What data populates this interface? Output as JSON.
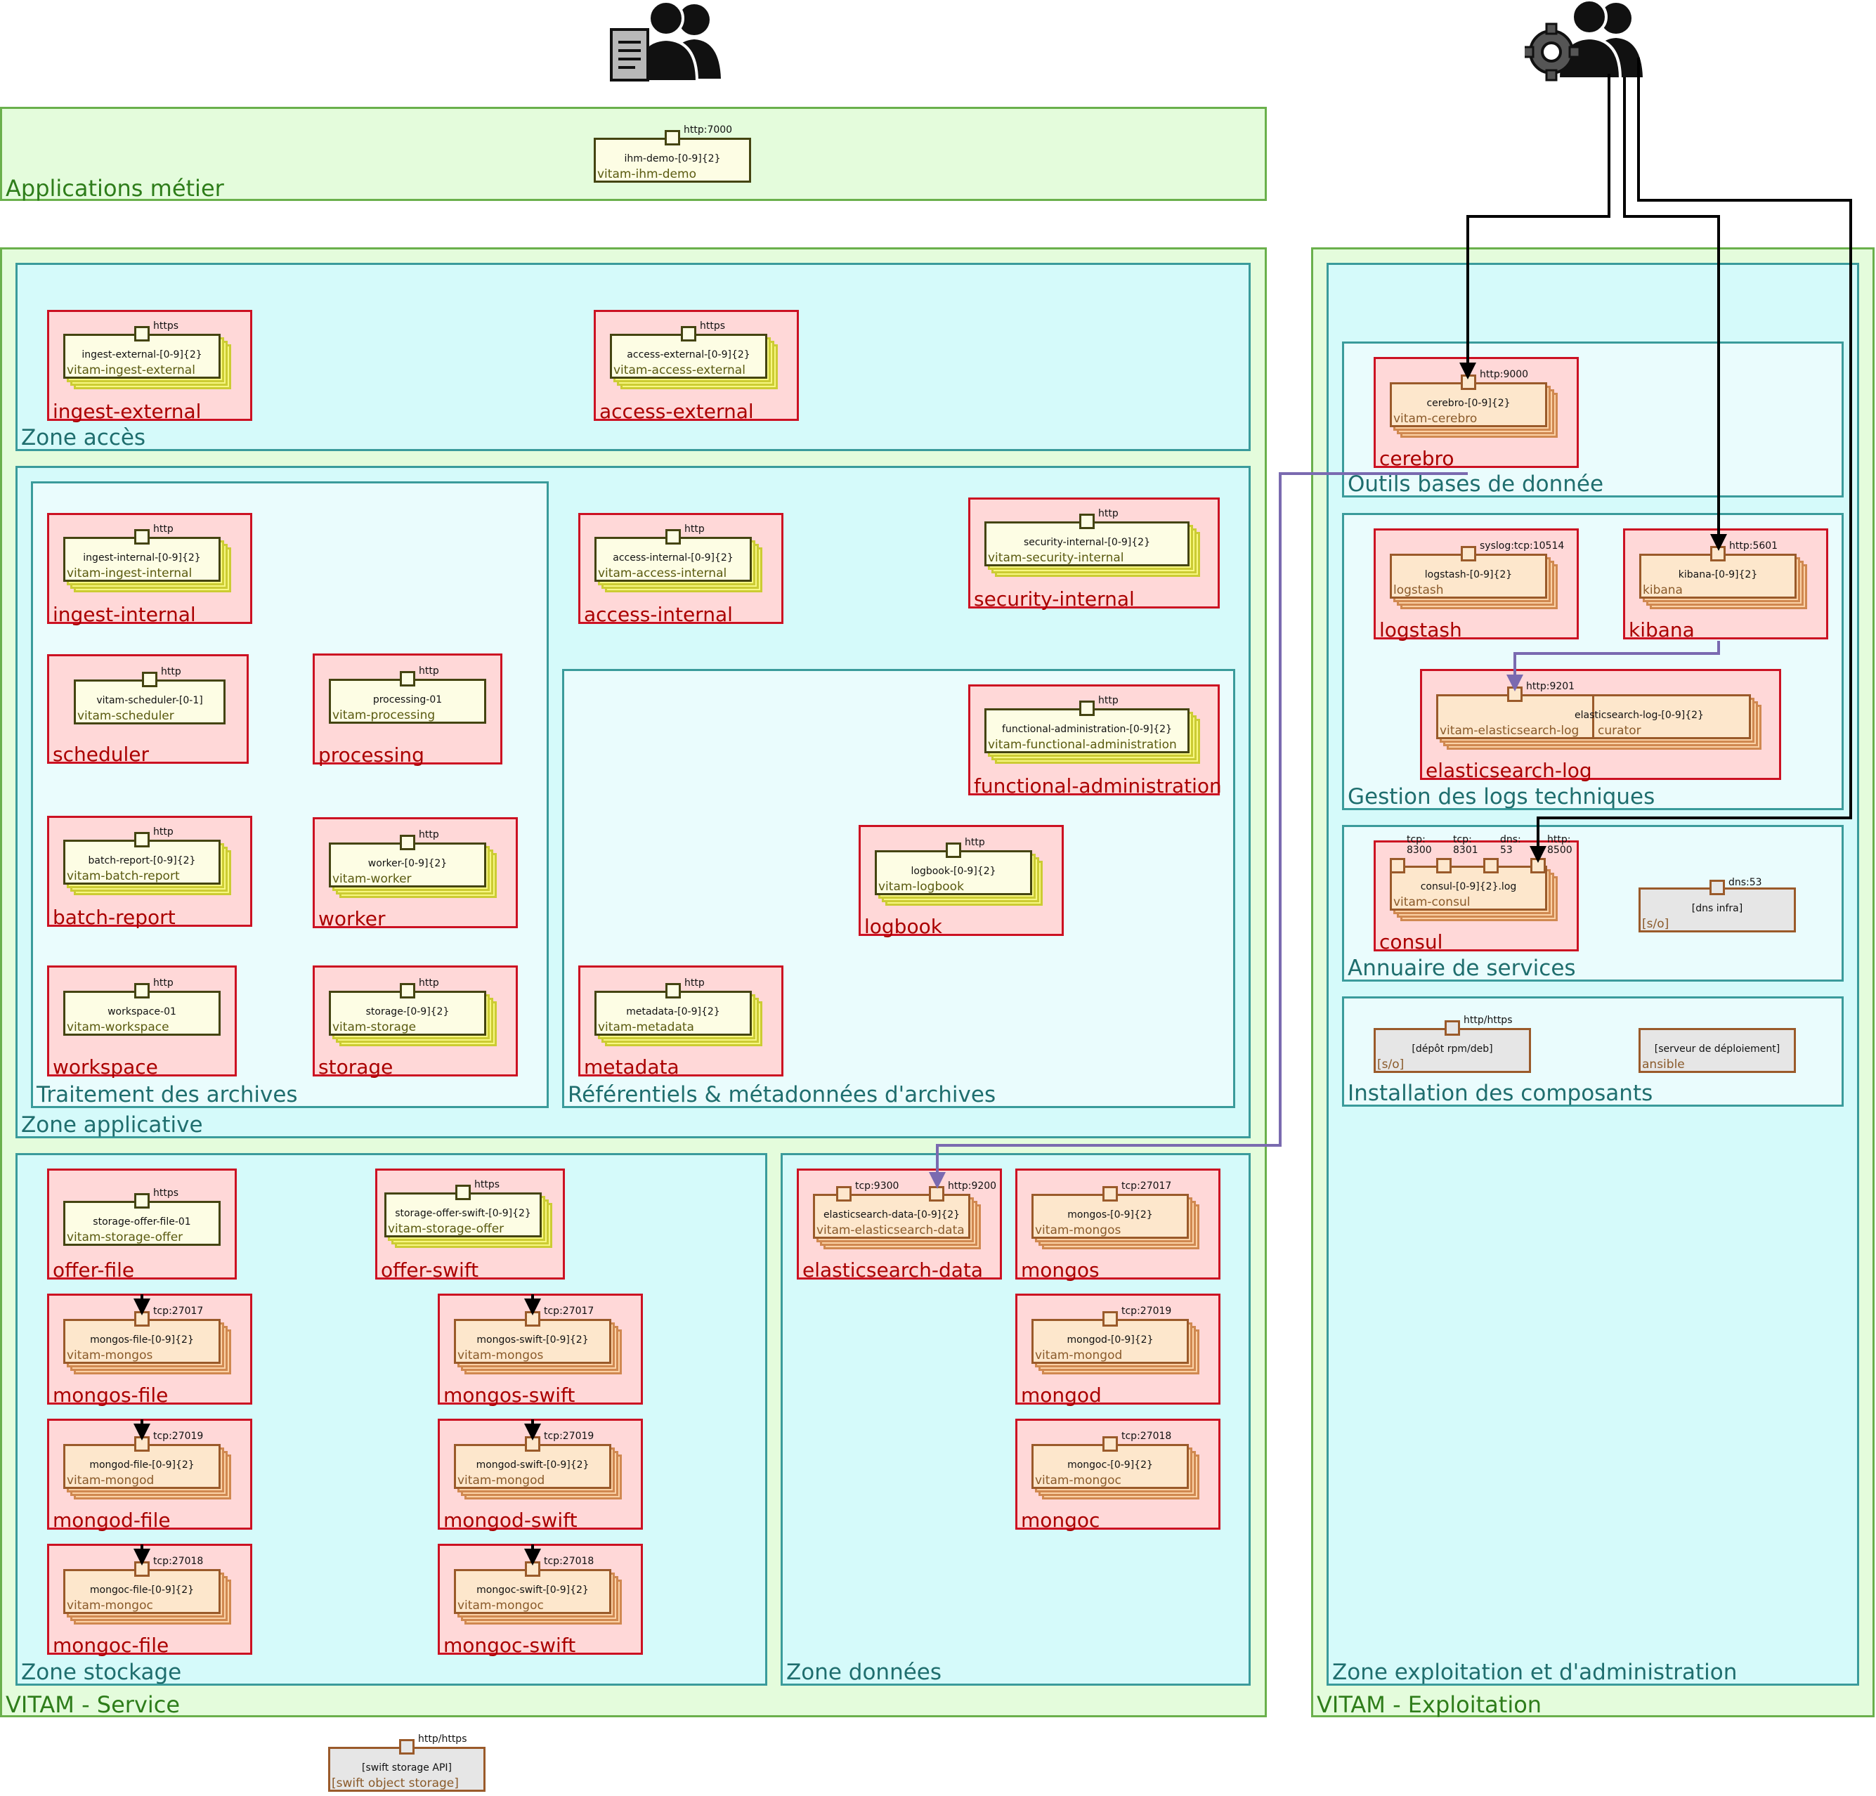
{
  "zones": {
    "applications_metier": "Applications métier",
    "vitam_service": "VITAM - Service",
    "vitam_exploitation": "VITAM - Exploitation",
    "zone_acces": "Zone accès",
    "zone_applicative": "Zone applicative",
    "traitement_archives": "Traitement des archives",
    "referentiels": "Référentiels & métadonnées d'archives",
    "zone_stockage": "Zone stockage",
    "zone_donnees": "Zone données",
    "zone_exploitation": "Zone exploitation et d'administration",
    "outils_bdd": "Outils bases de donnée",
    "gestion_logs": "Gestion des logs techniques",
    "annuaire": "Annuaire de services",
    "installation": "Installation des composants"
  },
  "groups": {
    "ingest_external": "ingest-external",
    "access_external": "access-external",
    "ingest_internal": "ingest-internal",
    "access_internal": "access-internal",
    "security_internal": "security-internal",
    "scheduler": "scheduler",
    "processing": "processing",
    "functional_administration": "functional-administration",
    "batch_report": "batch-report",
    "worker": "worker",
    "logbook": "logbook",
    "workspace": "workspace",
    "storage": "storage",
    "metadata": "metadata",
    "offer_file": "offer-file",
    "offer_swift": "offer-swift",
    "mongos_file": "mongos-file",
    "mongos_swift": "mongos-swift",
    "mongod_file": "mongod-file",
    "mongod_swift": "mongod-swift",
    "mongoc_file": "mongoc-file",
    "mongoc_swift": "mongoc-swift",
    "elasticsearch_data": "elasticsearch-data",
    "mongos": "mongos",
    "mongod": "mongod",
    "mongoc": "mongoc",
    "cerebro": "cerebro",
    "logstash": "logstash",
    "kibana": "kibana",
    "elasticsearch_log": "elasticsearch-log",
    "consul": "consul"
  },
  "components": {
    "ihm_demo": {
      "name": "ihm-demo-[0-9]{2}",
      "role": "vitam-ihm-demo",
      "port": "http:7000"
    },
    "ingest_external": {
      "name": "ingest-external-[0-9]{2}",
      "role": "vitam-ingest-external",
      "port": "https"
    },
    "access_external": {
      "name": "access-external-[0-9]{2}",
      "role": "vitam-access-external",
      "port": "https"
    },
    "ingest_internal": {
      "name": "ingest-internal-[0-9]{2}",
      "role": "vitam-ingest-internal",
      "port": "http"
    },
    "access_internal": {
      "name": "access-internal-[0-9]{2}",
      "role": "vitam-access-internal",
      "port": "http"
    },
    "security_internal": {
      "name": "security-internal-[0-9]{2}",
      "role": "vitam-security-internal",
      "port": "http"
    },
    "scheduler": {
      "name": "vitam-scheduler-[0-1]",
      "role": "vitam-scheduler",
      "port": "http"
    },
    "processing": {
      "name": "processing-01",
      "role": "vitam-processing",
      "port": "http"
    },
    "functional_administration": {
      "name": "functional-administration-[0-9]{2}",
      "role": "vitam-functional-administration",
      "port": "http"
    },
    "batch_report": {
      "name": "batch-report-[0-9]{2}",
      "role": "vitam-batch-report",
      "port": "http"
    },
    "worker": {
      "name": "worker-[0-9]{2}",
      "role": "vitam-worker",
      "port": "http"
    },
    "logbook": {
      "name": "logbook-[0-9]{2}",
      "role": "vitam-logbook",
      "port": "http"
    },
    "workspace": {
      "name": "workspace-01",
      "role": "vitam-workspace",
      "port": "http"
    },
    "storage": {
      "name": "storage-[0-9]{2}",
      "role": "vitam-storage",
      "port": "http"
    },
    "metadata": {
      "name": "metadata-[0-9]{2}",
      "role": "vitam-metadata",
      "port": "http"
    },
    "offer_file": {
      "name": "storage-offer-file-01",
      "role": "vitam-storage-offer",
      "port": "https"
    },
    "offer_swift": {
      "name": "storage-offer-swift-[0-9]{2}",
      "role": "vitam-storage-offer",
      "port": "https"
    },
    "mongos_file": {
      "name": "mongos-file-[0-9]{2}",
      "role": "vitam-mongos",
      "port": "tcp:27017"
    },
    "mongos_swift": {
      "name": "mongos-swift-[0-9]{2}",
      "role": "vitam-mongos",
      "port": "tcp:27017"
    },
    "mongod_file": {
      "name": "mongod-file-[0-9]{2}",
      "role": "vitam-mongod",
      "port": "tcp:27019"
    },
    "mongod_swift": {
      "name": "mongod-swift-[0-9]{2}",
      "role": "vitam-mongod",
      "port": "tcp:27019"
    },
    "mongoc_file": {
      "name": "mongoc-file-[0-9]{2}",
      "role": "vitam-mongoc",
      "port": "tcp:27018"
    },
    "mongoc_swift": {
      "name": "mongoc-swift-[0-9]{2}",
      "role": "vitam-mongoc",
      "port": "tcp:27018"
    },
    "elasticsearch_data": {
      "name": "elasticsearch-data-[0-9]{2}",
      "role": "vitam-elasticsearch-data",
      "port": "tcp:9300",
      "port2": "http:9200"
    },
    "mongos": {
      "name": "mongos-[0-9]{2}",
      "role": "vitam-mongos",
      "port": "tcp:27017"
    },
    "mongod": {
      "name": "mongod-[0-9]{2}",
      "role": "vitam-mongod",
      "port": "tcp:27019"
    },
    "mongoc": {
      "name": "mongoc-[0-9]{2}",
      "role": "vitam-mongoc",
      "port": "tcp:27018"
    },
    "cerebro": {
      "name": "cerebro-[0-9]{2}",
      "role": "vitam-cerebro",
      "port": "http:9000"
    },
    "logstash": {
      "name": "logstash-[0-9]{2}",
      "role": "logstash",
      "port": "syslog:tcp:10514"
    },
    "kibana": {
      "name": "kibana-[0-9]{2}",
      "role": "kibana",
      "port": "http:5601"
    },
    "elasticsearch_log": {
      "name": "elasticsearch-log-[0-9]{2}",
      "role": "vitam-elasticsearch-log",
      "role2": "curator",
      "port": "http:9201"
    },
    "consul": {
      "name": "consul-[0-9]{2}.log",
      "role": "vitam-consul",
      "port_tcp8300": "tcp:\n8300",
      "port_tcp8301": "tcp:\n8301",
      "port_dns": "dns:\n53",
      "port_http": "http:\n8500"
    },
    "dns_infra": {
      "name": "[dns infra]",
      "role": "[s/o]",
      "port": "dns:53"
    },
    "depot_rpm": {
      "name": "[dépôt rpm/deb]",
      "role": "[s/o]",
      "port": "http/https"
    },
    "deploiement": {
      "name": "[serveur de déploiement]",
      "role": "ansible"
    },
    "swift_api": {
      "name": "[swift storage API]",
      "role": "[swift object storage]",
      "port": "http/https"
    }
  },
  "icons": {
    "business_users": "users-document-icon",
    "admin_users": "users-gear-icon"
  },
  "colors": {
    "outer_zone": "#e4fcdc",
    "inner_zone": "#d5fafa",
    "group": "#ffd8d8",
    "component_app": "#fdfde4",
    "component_infra": "#fde7cc",
    "wire_admin": "#000000",
    "wire_es": "#7a6ab0"
  }
}
